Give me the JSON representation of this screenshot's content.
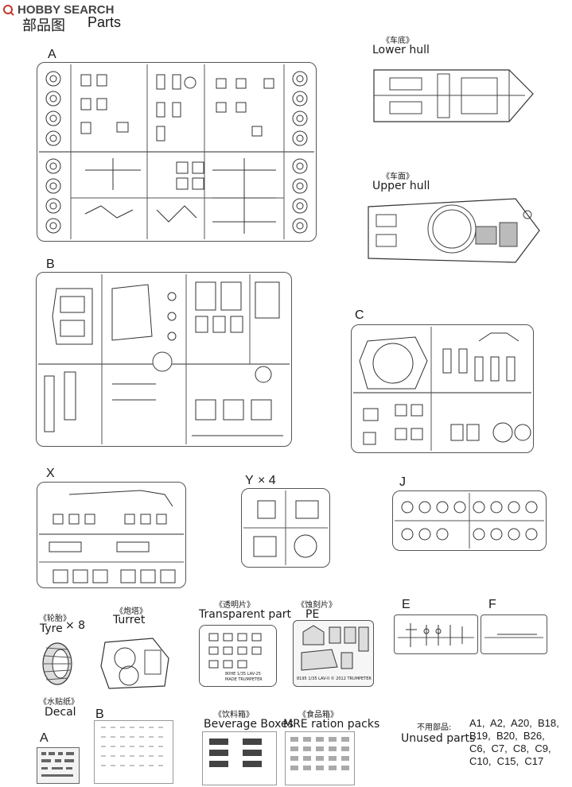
{
  "watermark": {
    "brand": "HOBBY SEARCH"
  },
  "header": {
    "title_cn": "部品图",
    "title_en": "Parts"
  },
  "sprues": {
    "a": {
      "letter": "A"
    },
    "b": {
      "letter": "B"
    },
    "c": {
      "letter": "C"
    },
    "x": {
      "letter": "X"
    },
    "y": {
      "letter": "Y",
      "count": "× 4"
    },
    "j": {
      "letter": "J"
    },
    "e": {
      "letter": "E"
    },
    "f": {
      "letter": "F"
    }
  },
  "lower_hull": {
    "cn": "《车底》",
    "en": "Lower hull"
  },
  "upper_hull": {
    "cn": "《车面》",
    "en": "Upper hull"
  },
  "tyre": {
    "cn": "《轮胎》",
    "en": "Tyre",
    "count": "× 8"
  },
  "turret": {
    "cn": "《炮塔》",
    "en": "Turret"
  },
  "transparent": {
    "cn": "《透明片》",
    "en": "Transparent part",
    "text1": "80HE 1/35 LAV-25",
    "text2": "MADE TRUMPETER"
  },
  "pe": {
    "cn": "《蚀刻片》",
    "en": "PE",
    "caption": "8195 1/35 LAV-II © 2012 TRUMPETER"
  },
  "decal": {
    "cn": "《水贴纸》",
    "en": "Decal",
    "sheet_a": "A",
    "sheet_b": "B"
  },
  "beverage": {
    "cn": "《饮料箱》",
    "en": "Beverage Boxes"
  },
  "mre": {
    "cn": "《食品箱》",
    "en": "MRE ration packs"
  },
  "unused": {
    "cn": "不用部品:",
    "en": "Unused parts",
    "lines": [
      "A1,  A2,  A20,  B18,",
      "B19,  B20,  B26,",
      "C6,  C7,  C8,  C9,",
      "C10,  C15,  C17"
    ]
  }
}
